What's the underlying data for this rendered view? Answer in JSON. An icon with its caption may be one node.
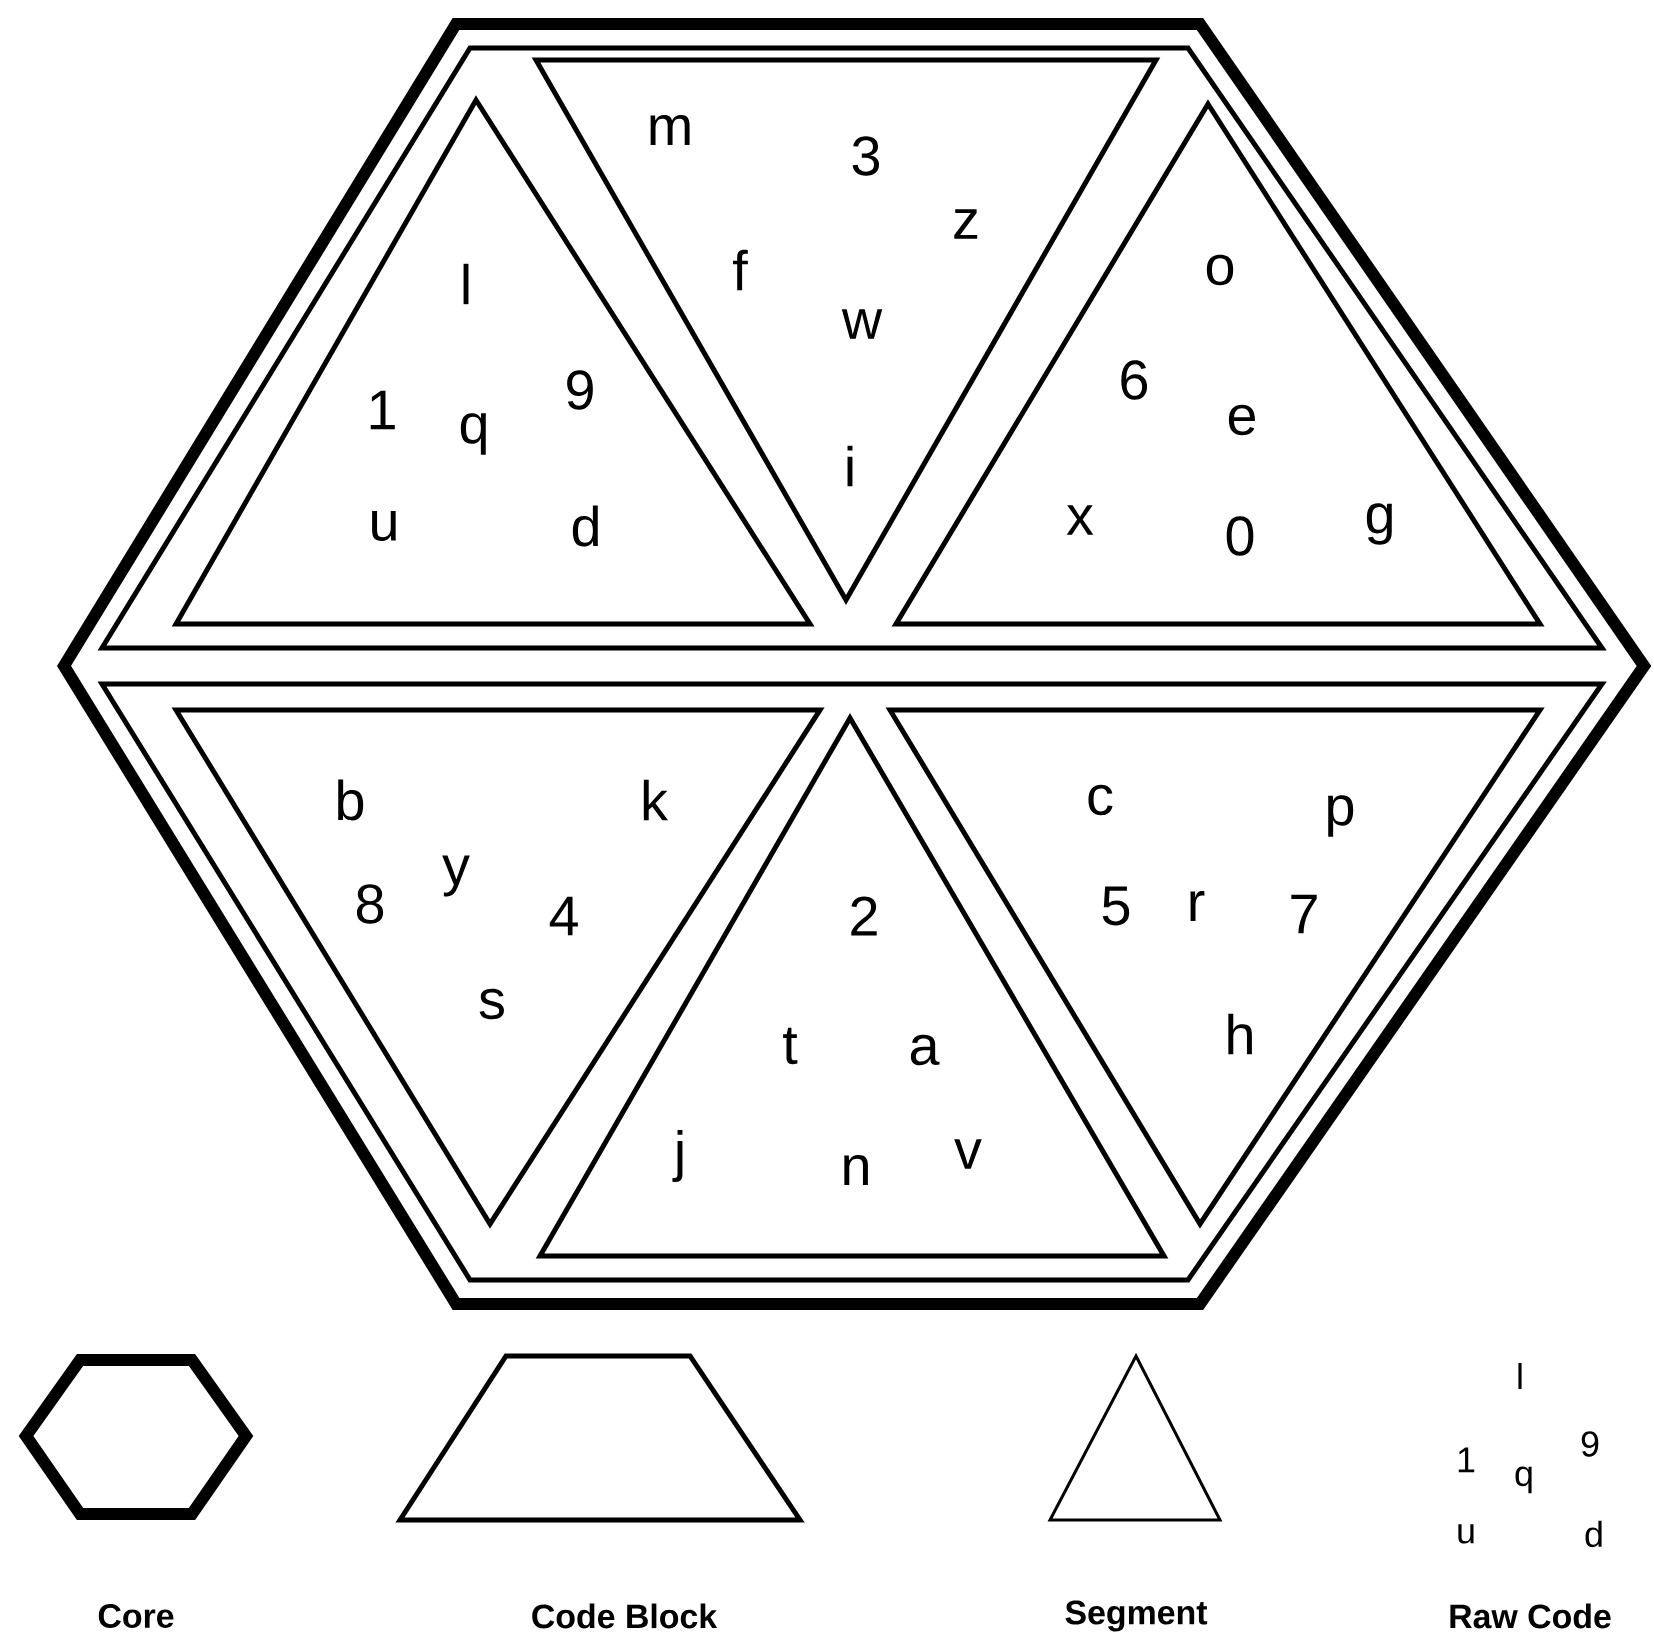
{
  "diagram": {
    "nodes": [
      {
        "text": [],
        "shape": "hexagon"
      },
      {
        "text": [],
        "shape": "trapezoid",
        "in": 0
      },
      {
        "text": [
          "l",
          "9",
          "1",
          "q",
          "u",
          "d"
        ],
        "in": 1
      },
      {
        "text": [
          "m",
          "3",
          "z",
          "f",
          "w",
          "i"
        ],
        "in": 1
      },
      {
        "text": [
          "o",
          "6",
          "e",
          "x",
          "0",
          "g"
        ],
        "in": 1
      },
      {
        "text": [],
        "shape": "trapezoid",
        "in": 0
      },
      {
        "text": [
          "b",
          "k",
          "y",
          "8",
          "4",
          "s"
        ],
        "in": 5
      },
      {
        "text": [
          "2",
          "t",
          "a",
          "j",
          "n",
          "v"
        ],
        "in": 5
      },
      {
        "text": [
          "c",
          "p",
          "5",
          "r",
          "7",
          "h"
        ],
        "in": 5
      },
      {
        "text": [],
        "shape": "hexagon"
      },
      {
        "text": [],
        "shape": "trapezoid"
      },
      {
        "text": [],
        "shape": "triangle"
      }
    ],
    "labels": [
      "l",
      "1",
      "q",
      "9",
      "u",
      "d"
    ],
    "legend": [
      {
        "text": "Core"
      },
      {
        "text": "Code Block"
      },
      {
        "text": "Segment"
      },
      {
        "text": "Raw Code"
      }
    ]
  }
}
